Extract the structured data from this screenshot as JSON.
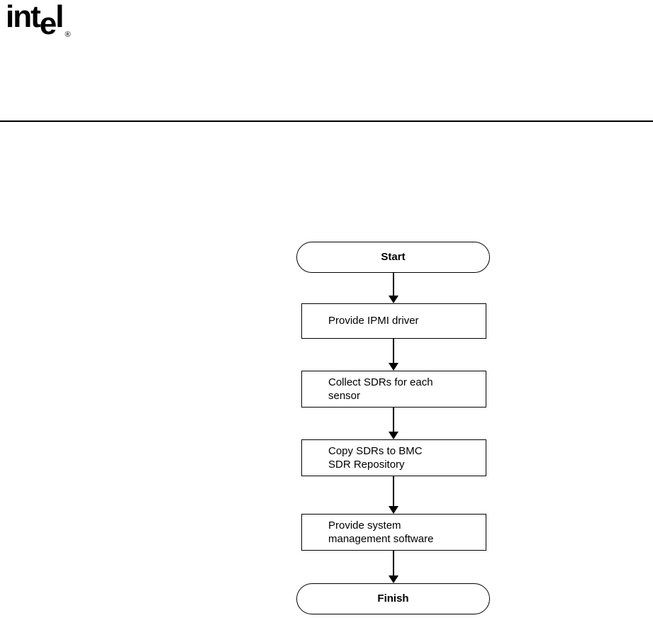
{
  "logo": {
    "part1": "int",
    "part2": "e",
    "part3": "l",
    "registered": "®"
  },
  "flowchart": {
    "nodes": [
      {
        "label": "Start",
        "type": "terminal"
      },
      {
        "label": "Provide IPMI driver",
        "type": "process"
      },
      {
        "label": "Collect SDRs for each\nsensor",
        "type": "process"
      },
      {
        "label": "Copy SDRs to BMC\nSDR Repository",
        "type": "process"
      },
      {
        "label": "Provide system\nmanagement software",
        "type": "process"
      },
      {
        "label": "Finish",
        "type": "terminal"
      }
    ]
  }
}
